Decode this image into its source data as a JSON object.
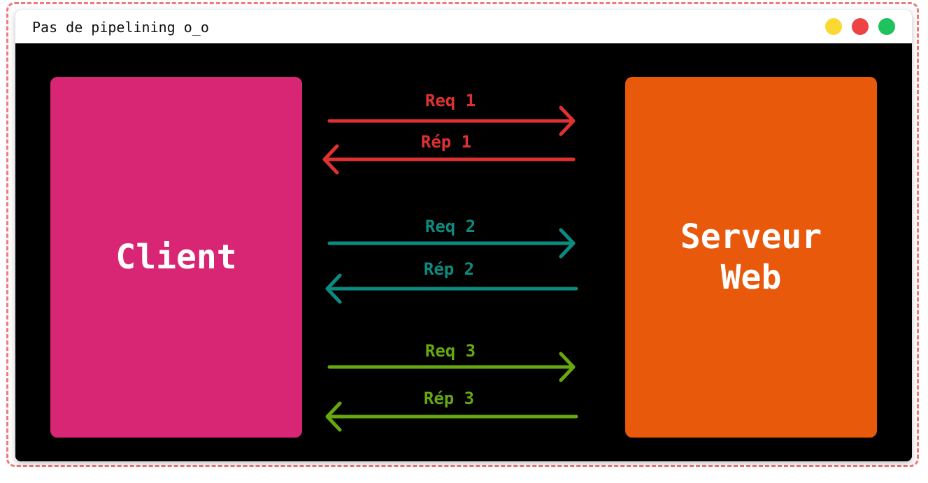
{
  "window": {
    "title": "Pas de pipelining o_o",
    "controls": [
      {
        "name": "minimize",
        "color": "#fcd833"
      },
      {
        "name": "close",
        "color": "#ee4343"
      },
      {
        "name": "maximize",
        "color": "#1ec35e"
      }
    ]
  },
  "client": {
    "label": "Client",
    "color": "#d92674"
  },
  "server": {
    "lines": [
      "Serveur",
      "Web"
    ],
    "color": "#e8590c"
  },
  "exchanges": [
    {
      "request": "Req 1",
      "response": "Rép 1",
      "color": "#e03131"
    },
    {
      "request": "Req 2",
      "response": "Rép 2",
      "color": "#0c8c80"
    },
    {
      "request": "Req 3",
      "response": "Rép 3",
      "color": "#66a80f"
    }
  ]
}
